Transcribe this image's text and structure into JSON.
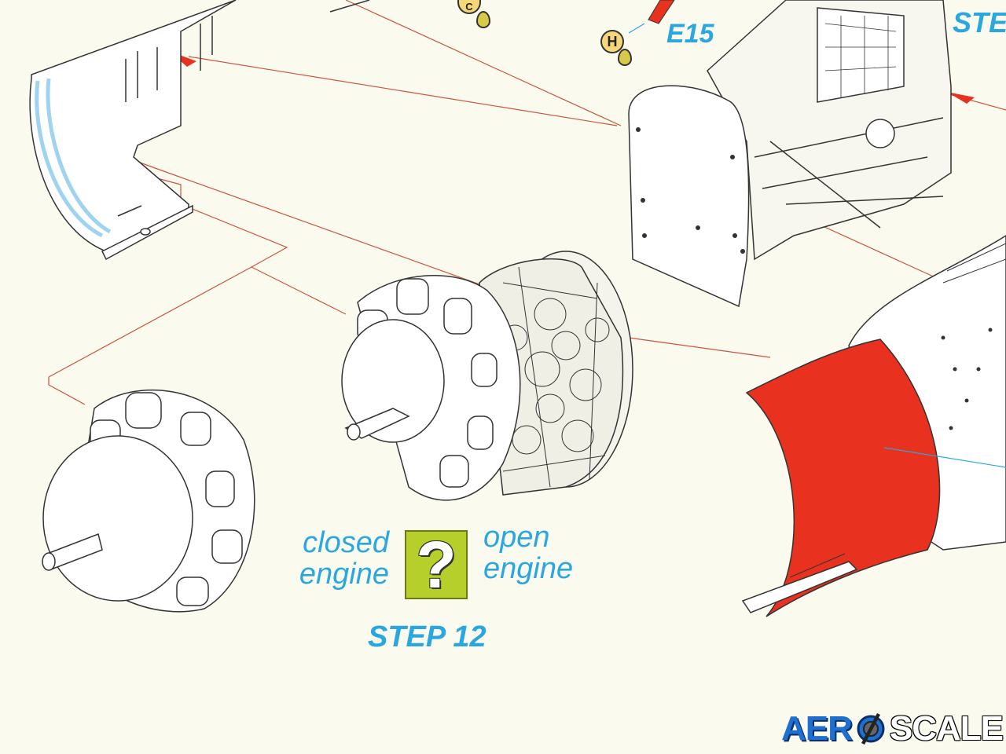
{
  "labels": {
    "closed": "closed\nengine",
    "open": "open\nengine",
    "step12": "STEP 12",
    "step_partial": "STE",
    "part_e15": "E15",
    "question": "?",
    "badge_h": "H",
    "badge_c": "C"
  },
  "watermark": {
    "aero": "AER",
    "scale": "SCALE"
  },
  "colors": {
    "paper": "#fbfaee",
    "label_blue": "#2aa7df",
    "highlight_red": "#e8311f",
    "guide_line": "#c9553f",
    "question_box": "#b7cf2a"
  }
}
